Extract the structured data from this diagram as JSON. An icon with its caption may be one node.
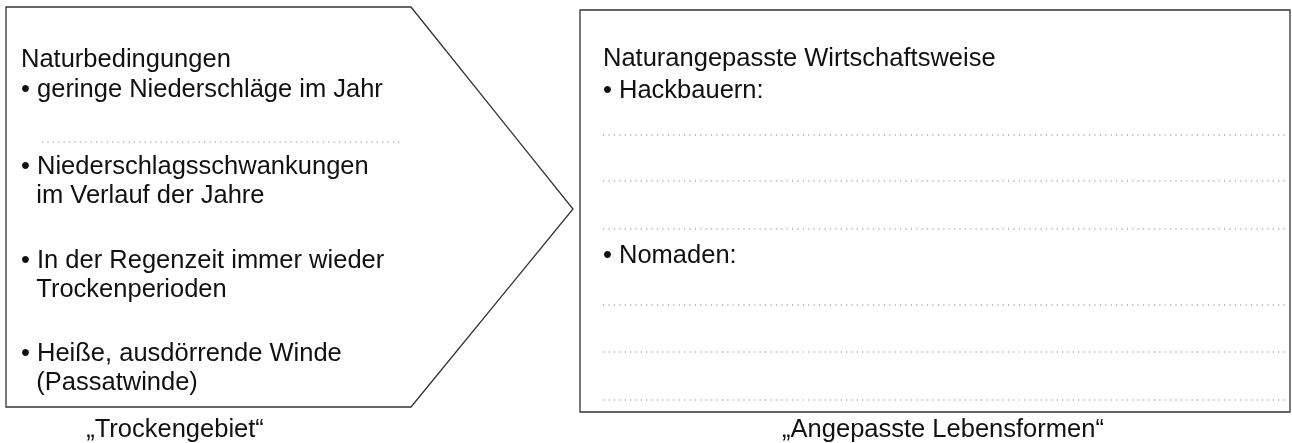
{
  "diagram": {
    "nodes": [
      {
        "text": [
          "Naturbedingungen",
          "• geringe Niederschläge im Jahr",
          "• Niederschlagsschwankungen im Verlauf der Jahre",
          "• In der Regenzeit immer wieder Trockenperioden",
          "• Heiße, ausdörrende Winde (Passatwinde)"
        ],
        "beside": [
          "„Trockengebiet“"
        ]
      },
      {
        "text": [
          "Naturangepasste Wirtschaftsweise",
          "• Hackbauern:",
          "• Nomaden:"
        ],
        "beside": [
          "„Angepasste Lebensformen“"
        ]
      }
    ]
  }
}
